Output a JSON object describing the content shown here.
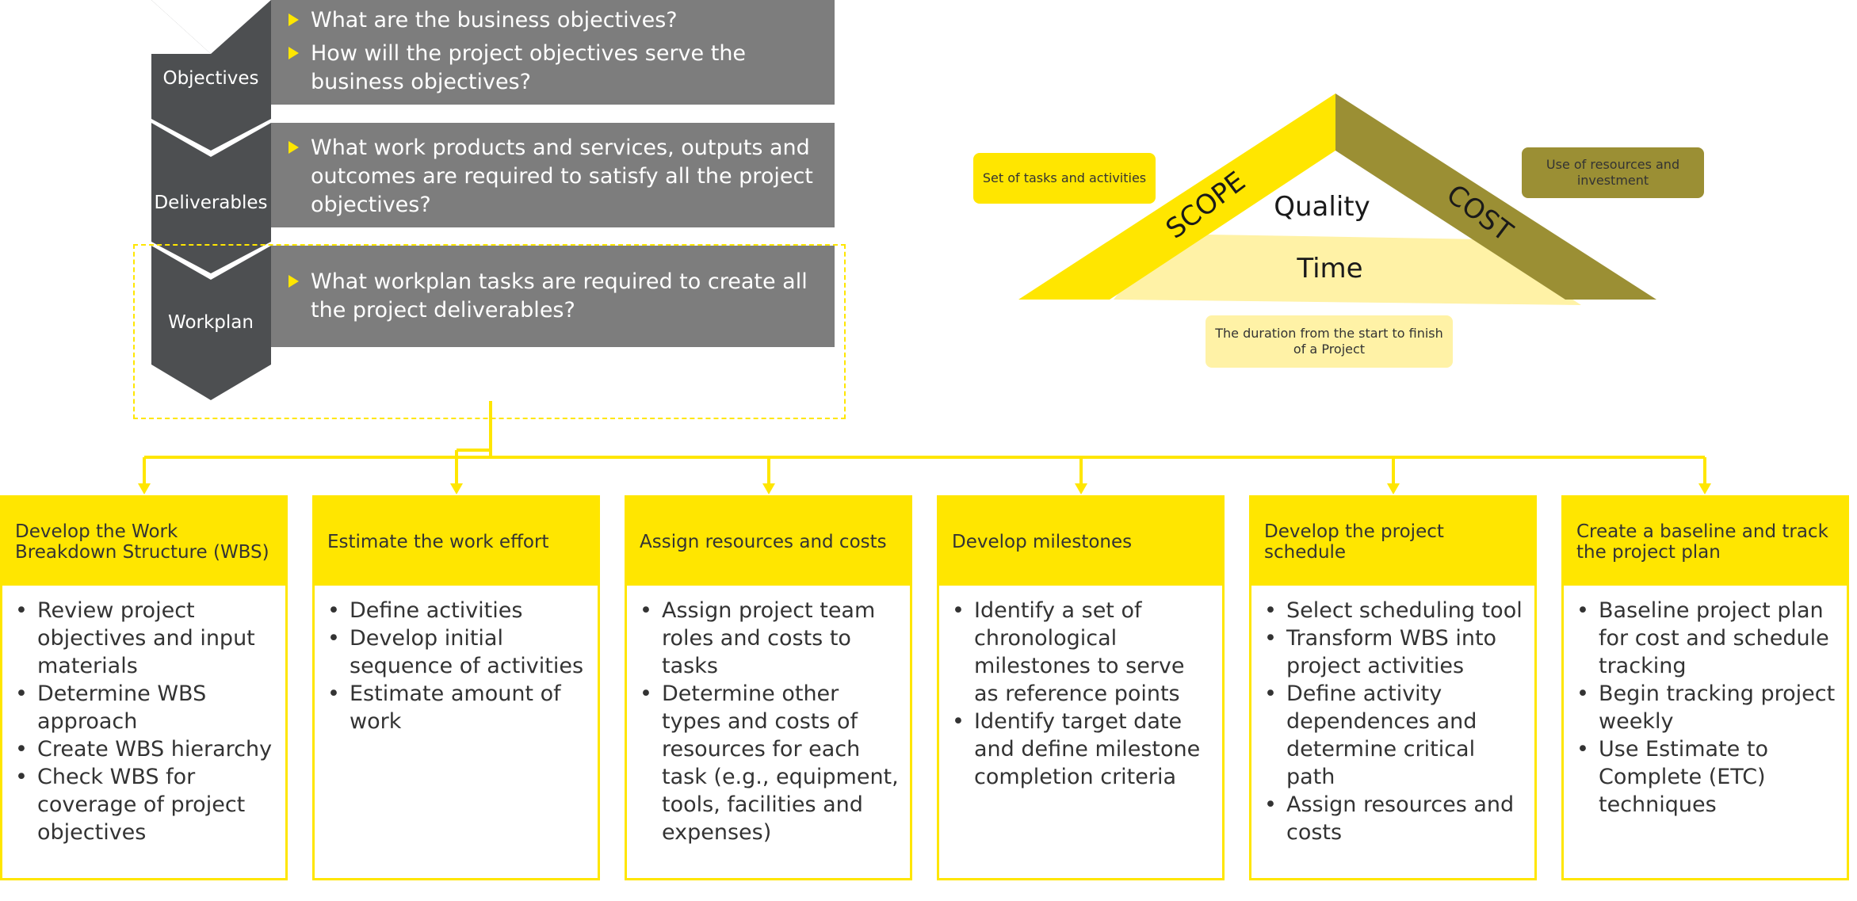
{
  "colors": {
    "yellow": "#ffe600",
    "dark_gray": "#4d4f51",
    "mid_gray": "#7d7d7d",
    "olive": "#9b8f34",
    "light_yellow": "#fff2a6"
  },
  "stack": {
    "bullet_icon": "yellow-triangle-bullet",
    "stages": [
      {
        "label": "Objectives",
        "questions": [
          "What are the business objectives?",
          "How will the project objectives serve the business objectives?"
        ]
      },
      {
        "label": "Deliverables",
        "questions": [
          "What work products and services, outputs and outcomes are required to satisfy all the project objectives?"
        ]
      },
      {
        "label": "Workplan",
        "questions": [
          "What workplan tasks are required to create all the project deliverables?"
        ]
      }
    ]
  },
  "triangle": {
    "scope_label": "SCOPE",
    "cost_label": "COST",
    "quality_label": "Quality",
    "time_label": "Time",
    "scope_note": "Set of tasks and activities",
    "cost_note": "Use of resources and investment",
    "time_note": "The duration from the start to finish of a Project"
  },
  "steps": [
    {
      "title": "Develop the Work Breakdown Structure (WBS)",
      "items": [
        "Review project objectives and input materials",
        "Determine WBS approach",
        "Create WBS hierarchy",
        "Check WBS for coverage of project objectives"
      ]
    },
    {
      "title": "Estimate the work effort",
      "items": [
        "Define activities",
        "Develop initial sequence of activities",
        "Estimate amount of work"
      ]
    },
    {
      "title": "Assign resources and costs",
      "items": [
        "Assign project team roles and costs to tasks",
        "Determine other types and costs of resources for each task (e.g., equipment, tools, facilities and expenses)"
      ]
    },
    {
      "title": "Develop milestones",
      "items": [
        "Identify a set of chronological milestones to serve as reference points",
        "Identify target date and define milestone completion criteria"
      ]
    },
    {
      "title": "Develop the project schedule",
      "items": [
        "Select scheduling tool",
        "Transform WBS into project activities",
        "Define activity dependences and determine critical path",
        "Assign resources and costs"
      ]
    },
    {
      "title": "Create a baseline and track the project plan",
      "items": [
        "Baseline project plan for cost and schedule tracking",
        "Begin tracking project weekly",
        "Use Estimate to Complete (ETC) techniques"
      ]
    }
  ]
}
